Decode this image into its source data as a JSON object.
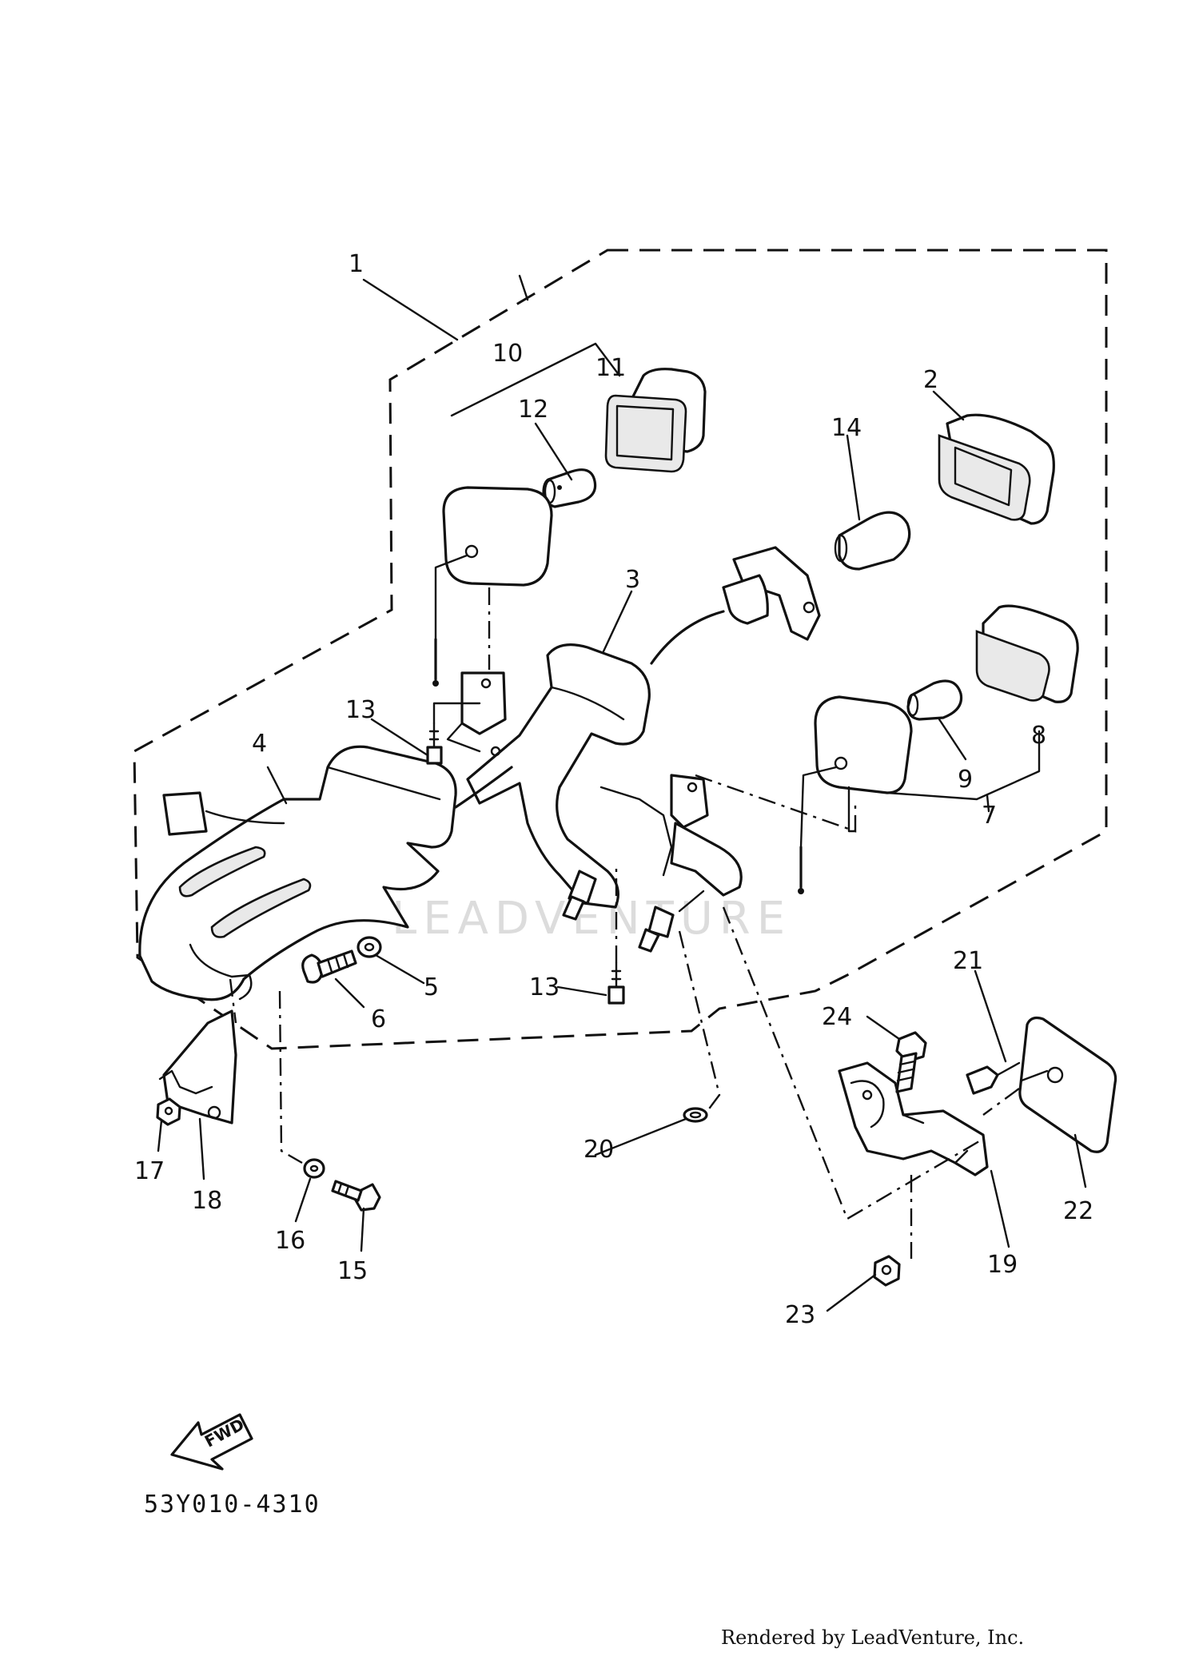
{
  "callouts": {
    "c1": "1",
    "c2": "2",
    "c3": "3",
    "c4": "4",
    "c5": "5",
    "c6": "6",
    "c7": "7",
    "c8": "8",
    "c9": "9",
    "c10": "10",
    "c11": "11",
    "c12": "12",
    "c13a": "13",
    "c13b": "13",
    "c14": "14",
    "c15": "15",
    "c16": "16",
    "c17": "17",
    "c18": "18",
    "c19": "19",
    "c20": "20",
    "c21": "21",
    "c22": "22",
    "c23": "23",
    "c24": "24"
  },
  "diagram_code": "53Y010-4310",
  "fwd_label": "FWD",
  "watermark": "LEADVENTURE",
  "credit": "Rendered by LeadVenture, Inc.",
  "icons": {
    "forward_arrow": "fwd-arrow-icon"
  },
  "colors": {
    "ink": "#111111",
    "paper": "#ffffff",
    "watermark": "#dcdcdc"
  }
}
